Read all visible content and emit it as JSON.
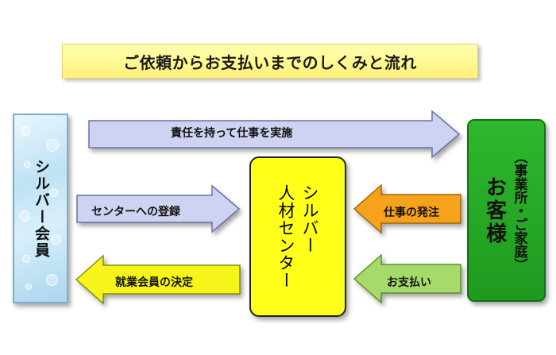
{
  "title": "ご依頼からお支払いまでのしくみと流れ",
  "nodes": {
    "silver_member": "シルバー会員",
    "center_line1": "シルバー",
    "center_line2": "人材センター",
    "customer_sub": "（事業所・ご家庭）",
    "customer_main": "お客様"
  },
  "arrows": {
    "responsibility": "責任を持って仕事を実施",
    "registration": "センターへの登録",
    "job_order": "仕事の発注",
    "decision": "就業会員の決定",
    "payment": "お支払い"
  },
  "colors": {
    "title_bg": "#fff27a",
    "silver_box": "#bfe2f5",
    "center_box": "#ffff1a",
    "customer_box": "#2eb82e",
    "arrow_blue": "#cdd3f0",
    "arrow_orange": "#f7a21b",
    "arrow_yellow": "#f5f51a",
    "arrow_green": "#a6db6b"
  }
}
